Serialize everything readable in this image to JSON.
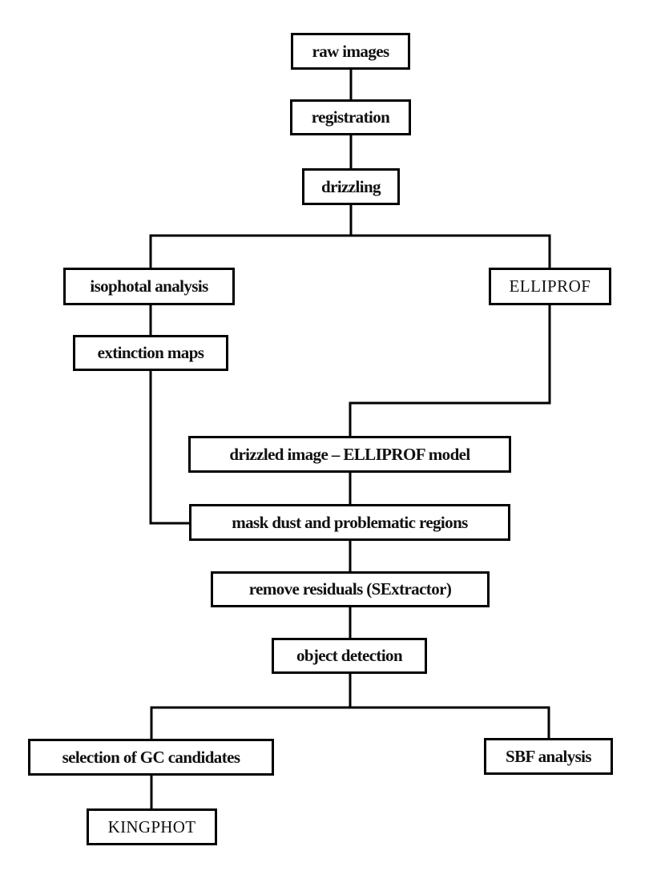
{
  "diagram": {
    "nodes": {
      "raw_images": "raw images",
      "registration": "registration",
      "drizzling": "drizzling",
      "isophotal_analysis": "isophotal analysis",
      "elliprof": "ELLIPROF",
      "extinction_maps": "extinction maps",
      "drizzled_minus_model": "drizzled image – ELLIPROF model",
      "mask_dust": "mask dust and problematic regions",
      "remove_residuals": "remove residuals (SExtractor)",
      "object_detection": "object detection",
      "selection_gc": "selection of GC candidates",
      "sbf_analysis": "SBF analysis",
      "kingphot": "KINGPHOT"
    },
    "edges": [
      [
        "raw_images",
        "registration"
      ],
      [
        "registration",
        "drizzling"
      ],
      [
        "drizzling",
        "isophotal_analysis"
      ],
      [
        "drizzling",
        "elliprof"
      ],
      [
        "isophotal_analysis",
        "extinction_maps"
      ],
      [
        "elliprof",
        "drizzled_minus_model"
      ],
      [
        "extinction_maps",
        "mask_dust"
      ],
      [
        "drizzled_minus_model",
        "mask_dust"
      ],
      [
        "mask_dust",
        "remove_residuals"
      ],
      [
        "remove_residuals",
        "object_detection"
      ],
      [
        "object_detection",
        "selection_gc"
      ],
      [
        "object_detection",
        "sbf_analysis"
      ],
      [
        "selection_gc",
        "kingphot"
      ]
    ]
  }
}
